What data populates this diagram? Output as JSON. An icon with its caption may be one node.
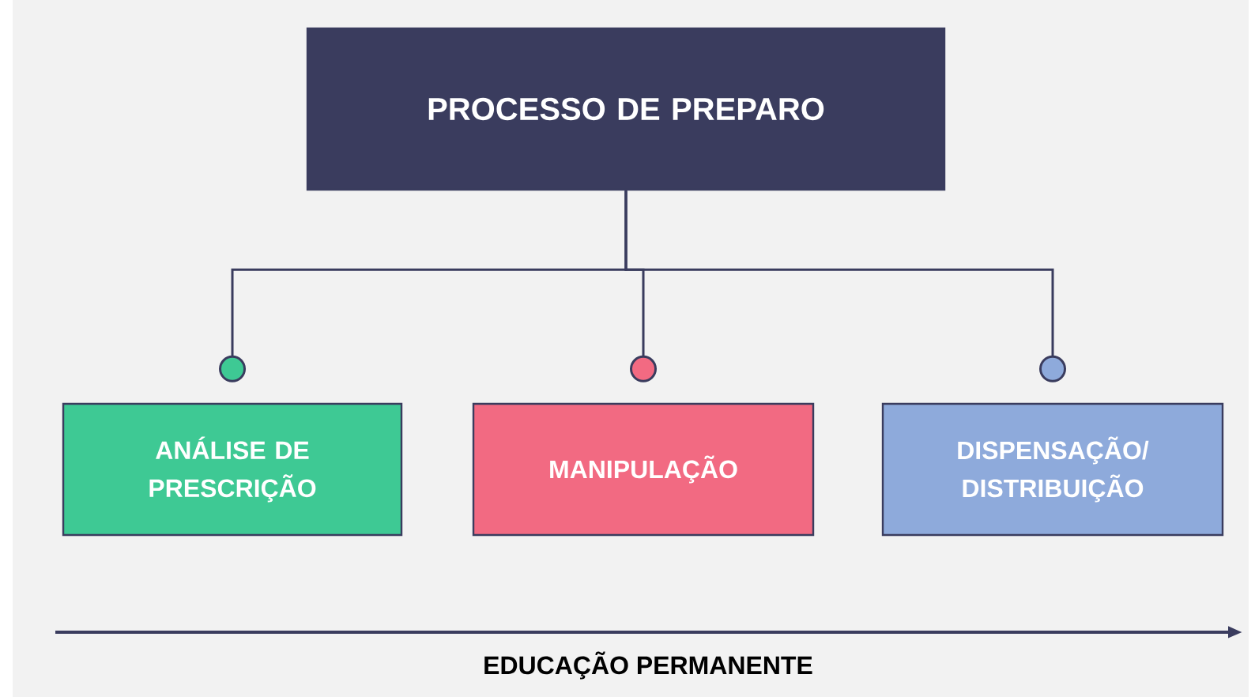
{
  "diagram": {
    "nodes": [
      {
        "text": [
          "PROCESSO DE PREPARO"
        ]
      },
      {
        "text": [
          "ANÁLISE DE PRESCRIÇÃO"
        ]
      },
      {
        "text": [
          "MANIPULAÇÃO"
        ]
      },
      {
        "text": [
          "DISPENSAÇÃO/ DISTRIBUIÇÃO"
        ]
      }
    ],
    "edges": [
      {
        "from": 0,
        "to": 1,
        "arrow": "other"
      },
      {
        "from": 0,
        "to": 2,
        "arrow": "other"
      },
      {
        "from": 0,
        "to": 3,
        "arrow": "other"
      }
    ],
    "labels": [
      "EDUCAÇÃO PERMANENTE"
    ]
  }
}
